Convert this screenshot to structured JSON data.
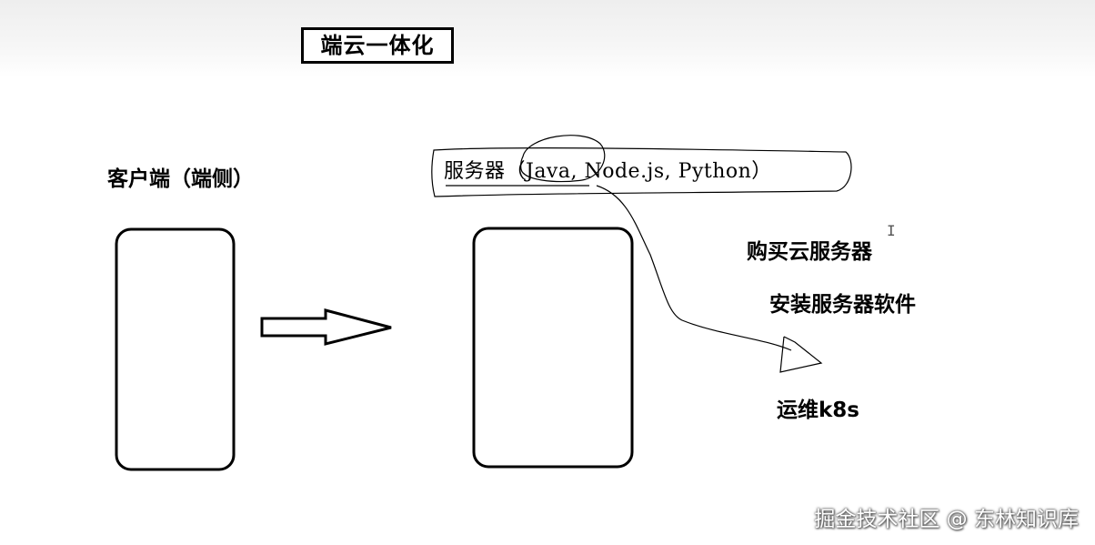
{
  "title": "端云一体化",
  "client_label": "客户端（端侧）",
  "server_label": "服务器（Java, Node.js, Python）",
  "steps": {
    "buy": "购买云服务器",
    "install": "安装服务器软件",
    "ops": "运维k8s"
  },
  "watermark": "掘金技术社区 @ 东林知识库",
  "cursor_glyph": "I"
}
